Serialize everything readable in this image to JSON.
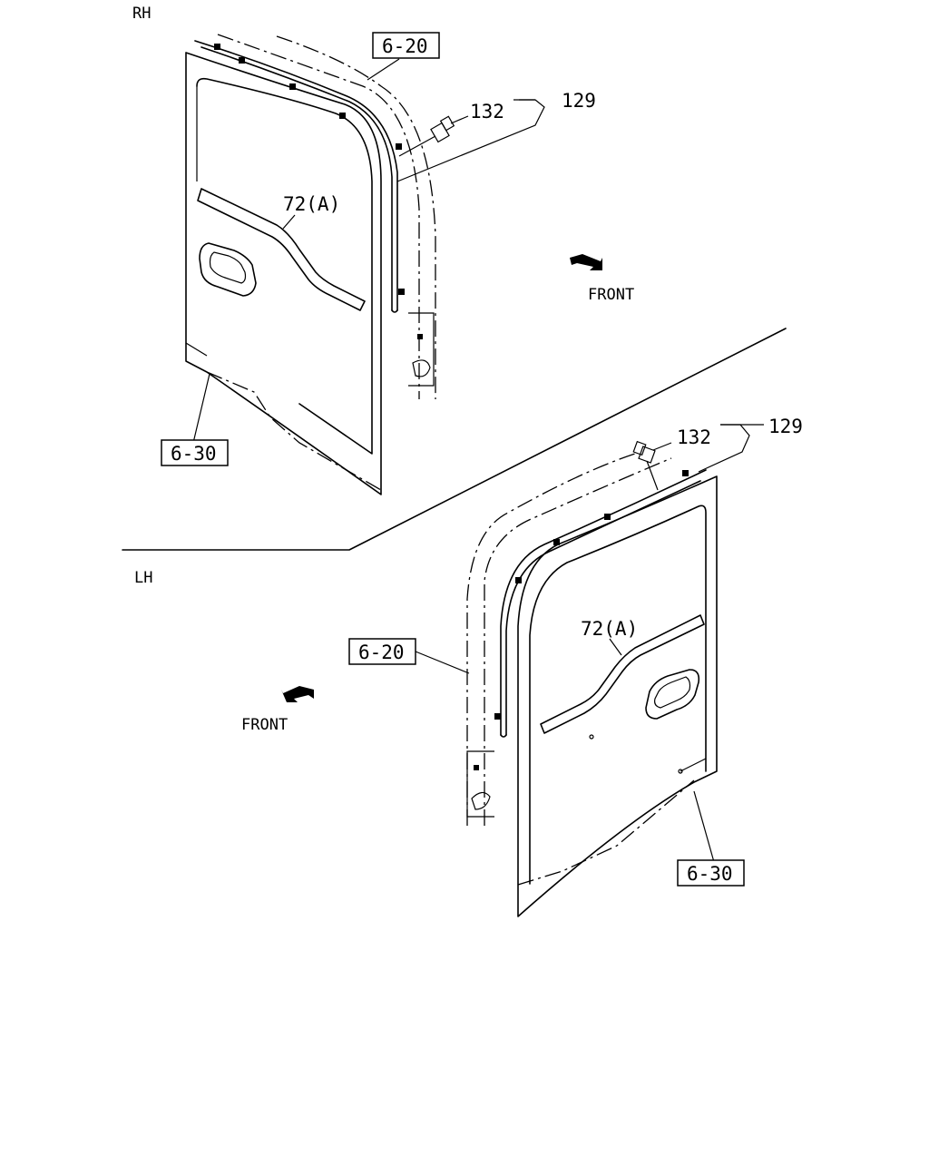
{
  "sides": {
    "rh": "RH",
    "lh": "LH"
  },
  "front_label": "FRONT",
  "rh": {
    "ref_top": "6-20",
    "ref_bottom": "6-30",
    "part_grommet": "132",
    "part_assembly": "129",
    "part_weatherstrip": "72(A)"
  },
  "lh": {
    "ref_top": "6-20",
    "ref_bottom": "6-30",
    "part_grommet": "132",
    "part_assembly": "129",
    "part_weatherstrip": "72(A)"
  }
}
